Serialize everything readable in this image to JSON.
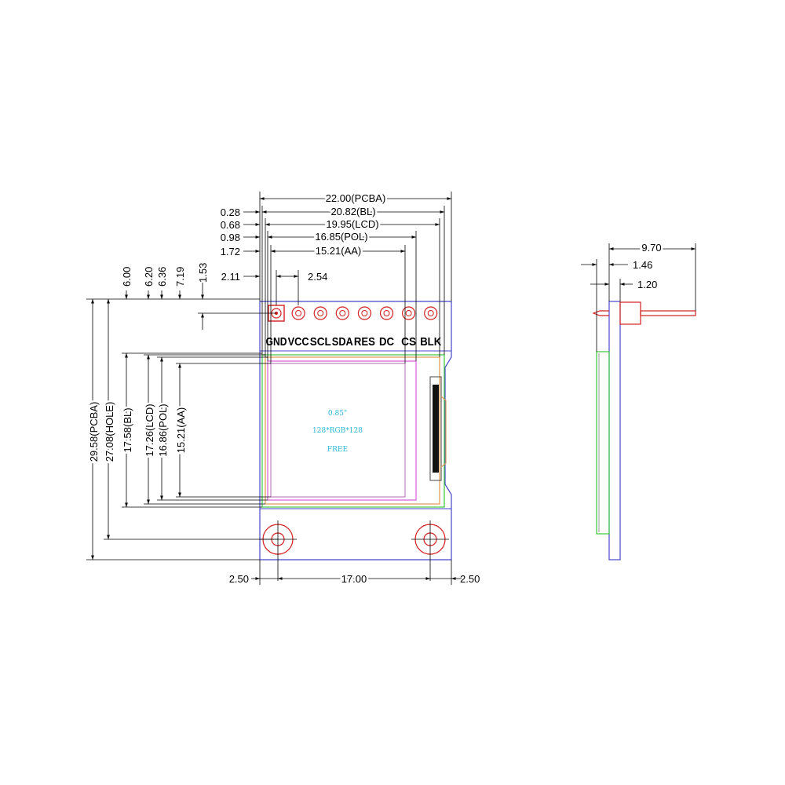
{
  "top_dimensions": {
    "pcba_width": "22.00(PCBA)",
    "bl_width": "20.82(BL)",
    "lcd_width": "19.95(LCD)",
    "pol_width": "16.85(POL)",
    "aa_width": "15.21(AA)",
    "offset_pcba_bl": "0.28",
    "offset_pcba_lcd": "0.68",
    "offset_pcba_pol": "0.98",
    "offset_pcba_aa": "1.72",
    "offset_pin": "2.11",
    "pin_pitch": "2.54"
  },
  "left_dimensions": {
    "pcba_height": "29.58(PCBA)",
    "hole_height": "27.08(HOLE)",
    "bl_height": "17.58(BL)",
    "lcd_height": "17.26(LCD)",
    "pol_height": "16.86(POL)",
    "aa_height": "15.21(AA)",
    "top_bl": "6.00",
    "top_lcd": "6.20",
    "top_pol": "6.36",
    "top_aa": "7.19",
    "top_pin": "1.53"
  },
  "bottom_dimensions": {
    "left_margin": "2.50",
    "hole_spacing": "17.00",
    "right_margin": "2.50"
  },
  "pins": [
    "GND",
    "VCC",
    "SCL",
    "SDA",
    "RES",
    "DC",
    "CS",
    "BLK"
  ],
  "lcd_label": {
    "line1": "0.85\"",
    "line2": "128*RGB*128",
    "line3": "FREE"
  },
  "side_dimensions": {
    "total_thickness": "9.70",
    "module_thickness": "1.46",
    "pcb_thickness": "1.20"
  }
}
